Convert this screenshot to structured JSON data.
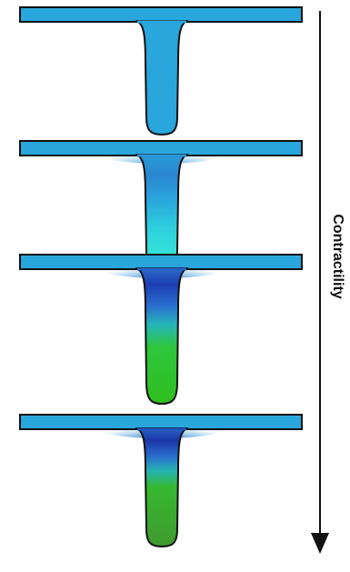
{
  "axis": {
    "label": "Contractility",
    "direction": "down"
  },
  "colors": {
    "outline": "#111111",
    "membrane": "#29a6dc",
    "membrane_dark": "#1f8fcf",
    "blue_deep": "#1a3fb4",
    "blue_mid": "#2f6fd0",
    "cyan": "#33e0d8",
    "green": "#2ec21e",
    "green_dark": "#3a9a2a",
    "arrow": "#111111"
  },
  "stages": [
    {
      "name": "stage-1",
      "contractility_level": 0
    },
    {
      "name": "stage-2",
      "contractility_level": 1
    },
    {
      "name": "stage-3",
      "contractility_level": 2
    },
    {
      "name": "stage-4",
      "contractility_level": 3
    }
  ]
}
